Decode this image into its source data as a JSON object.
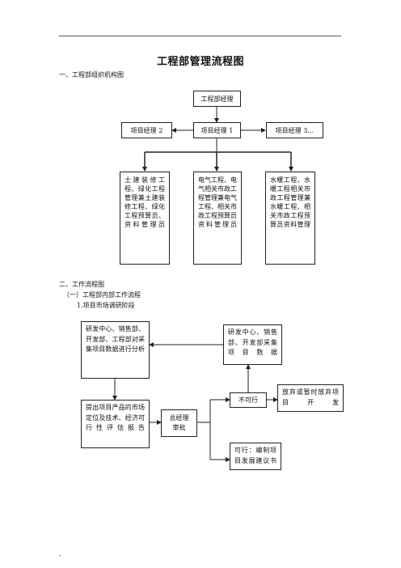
{
  "doc_title": "工程部管理流程图",
  "section1": "一、工程部组织机构图",
  "org": {
    "top": "工程部经理",
    "pm2": "项目经理 2",
    "pm1": "项目经理 1",
    "pm3": "项目经理 3…",
    "dept1": "土建装修工程、绿化工程管理兼土建装修工程、绿化工程预算员、资料管理员",
    "dept2": "电气工程、电气相关市政工程管理兼电气工程、相关市政工程预算员资料管理员",
    "dept3": "水暖工程、水暖工程相关市政工程管理兼水暖工程、相关市政工程预算员资料管理"
  },
  "section2": "二、工作流程图",
  "subsection": "（一）工程部内部工作流程",
  "step_title": "1.项目市场调研阶段",
  "flow": {
    "analysis": "研发中心、销售部、开发部、工程部对采集项目数据进行分析",
    "collect": "研发中心、销售部、开发部采集项目数据",
    "report": "提出项目产品的市场定位及技术、经济可行性评估报告",
    "approve": "总经理审批",
    "infeasible": "不可行",
    "abandon": "放弃或暂时放弃项目开发",
    "feasible": "可行：编制项目发展建议书"
  },
  "footer_mark": "-"
}
